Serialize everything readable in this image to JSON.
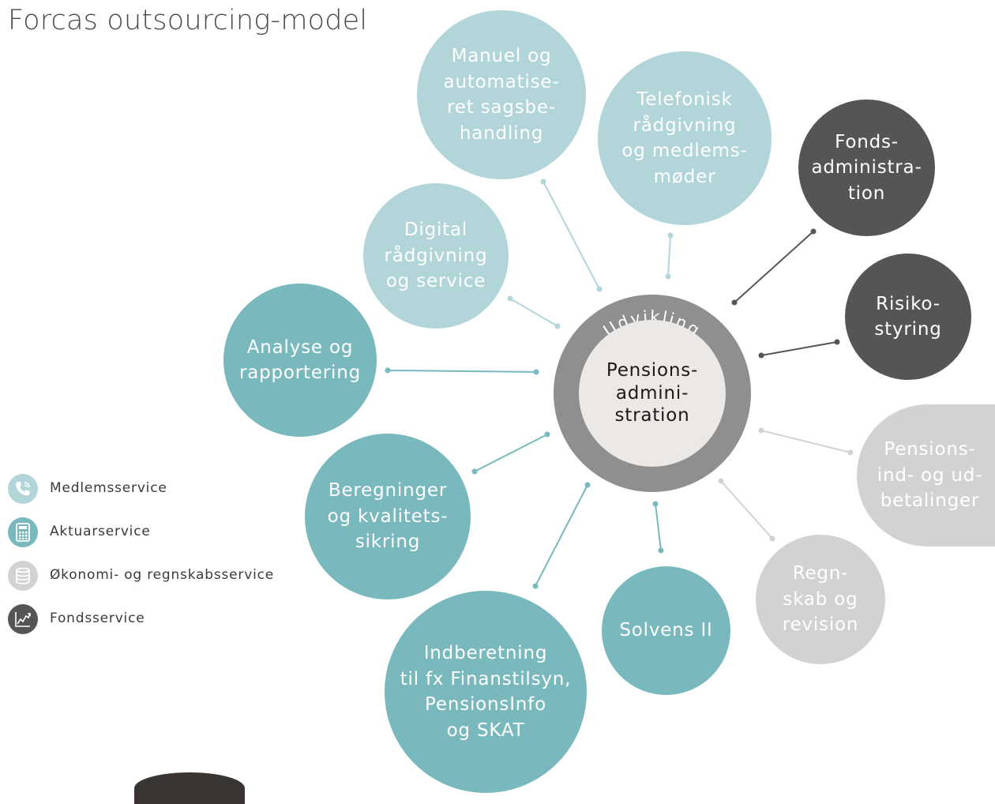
{
  "title": "Forcas outsourcing-model",
  "center": {
    "ring_label": "Udvikling",
    "label": "Pensions-\nadmini-\nstration"
  },
  "bubbles": [
    {
      "label": "Manuel og\nautomatise-\nret sagsbe-\nhandling",
      "category": "Medlemsservice"
    },
    {
      "label": "Telefonisk\nrådgivning\nog medlems-\nmøder",
      "category": "Medlemsservice"
    },
    {
      "label": "Digital\nrådgivning\nog service",
      "category": "Medlemsservice"
    },
    {
      "label": "Fonds-\nadministra-\ntion",
      "category": "Fondsservice"
    },
    {
      "label": "Risiko-\nstyring",
      "category": "Fondsservice"
    },
    {
      "label": "Analyse og\nrapportering",
      "category": "Aktuarservice"
    },
    {
      "label": "Beregninger\nog kvalitets-\nsikring",
      "category": "Aktuarservice"
    },
    {
      "label": "Pensions-\nind- og ud-\nbetalinger",
      "category": "Økonomi- og regnskabsservice"
    },
    {
      "label": "Regn-\nskab og\nrevision",
      "category": "Økonomi- og regnskabsservice"
    },
    {
      "label": "Solvens II",
      "category": "Aktuarservice"
    },
    {
      "label": "Indberetning\ntil fx Finanstilsyn,\nPensionsInfo\nog SKAT",
      "category": "Aktuarservice"
    }
  ],
  "legend": [
    {
      "label": "Medlemsservice",
      "icon": "phone-icon",
      "color": "#b2d5d9"
    },
    {
      "label": "Aktuarservice",
      "icon": "calculator-icon",
      "color": "#79b9bd"
    },
    {
      "label": "Økonomi- og regnskabsservice",
      "icon": "coin-stack-icon",
      "color": "#d2d2d2"
    },
    {
      "label": "Fondsservice",
      "icon": "chart-trend-icon",
      "color": "#555555"
    }
  ],
  "colors": {
    "medlemsservice": "#b2d5d9",
    "aktuarservice": "#79b9bd",
    "oekonomi": "#d2d2d2",
    "fondsservice": "#555555",
    "ring": "#8f8f8f",
    "core": "#ebe8e6"
  }
}
